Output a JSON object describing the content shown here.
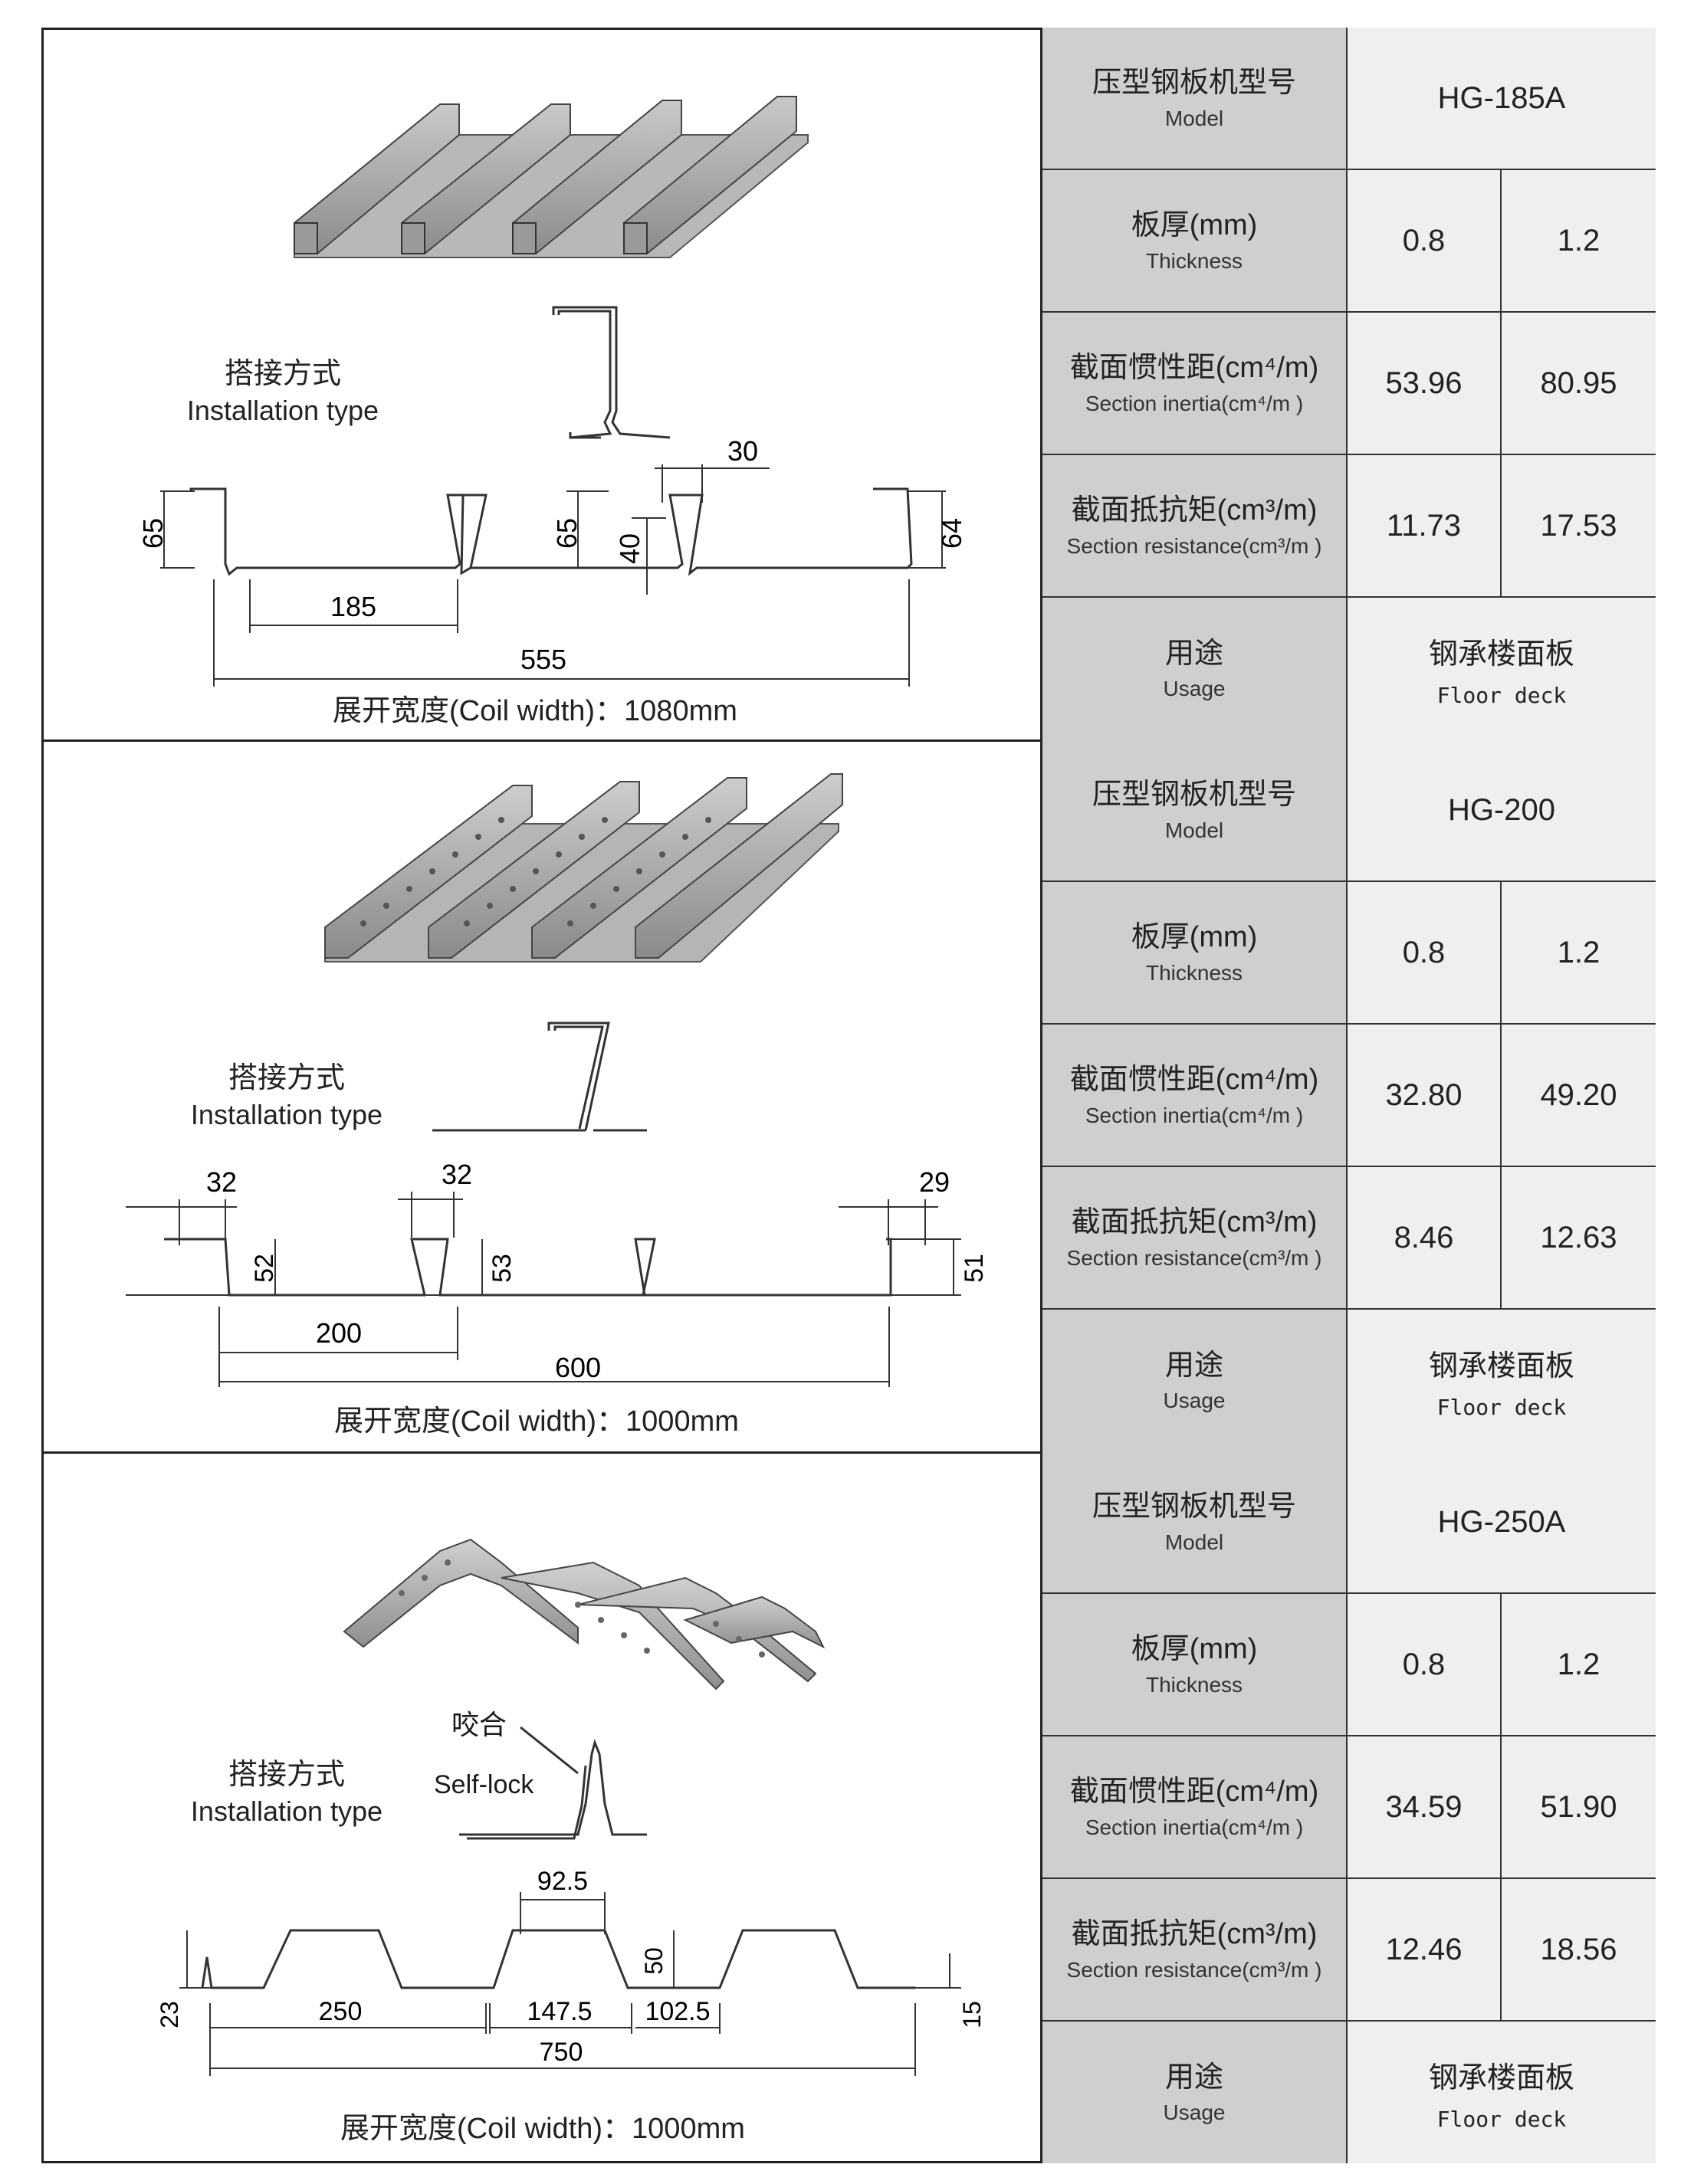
{
  "sections": [
    {
      "install_cn": "搭接方式",
      "install_en": "Installation type",
      "coil_width": "展开宽度(Coil width)：1080mm",
      "dims": {
        "d1": "30",
        "d2": "65",
        "d3": "65",
        "d4": "40",
        "d5": "64",
        "d6": "185",
        "d7": "555"
      },
      "model_cn": "压型钢板机型号",
      "model_en": "Model",
      "model": "HG-185A",
      "thickness_cn": "板厚(mm)",
      "thickness_en": "Thickness",
      "thickness": [
        "0.8",
        "1.2"
      ],
      "inertia_cn": "截面惯性距(cm⁴/m)",
      "inertia_en": "Section inertia(cm⁴/m )",
      "inertia": [
        "53.96",
        "80.95"
      ],
      "resistance_cn": "截面抵抗矩(cm³/m)",
      "resistance_en": "Section resistance(cm³/m )",
      "resistance": [
        "11.73",
        "17.53"
      ],
      "usage_cn": "用途",
      "usage_en": "Usage",
      "usage_value_cn": "钢承楼面板",
      "usage_value_en": "Floor deck"
    },
    {
      "install_cn": "搭接方式",
      "install_en": "Installation type",
      "coil_width": "展开宽度(Coil width)：1000mm",
      "dims": {
        "d1": "32",
        "d2": "32",
        "d3": "29",
        "d4": "52",
        "d5": "53",
        "d6": "51",
        "d7": "200",
        "d8": "600"
      },
      "model_cn": "压型钢板机型号",
      "model_en": "Model",
      "model": "HG-200",
      "thickness_cn": "板厚(mm)",
      "thickness_en": "Thickness",
      "thickness": [
        "0.8",
        "1.2"
      ],
      "inertia_cn": "截面惯性距(cm⁴/m)",
      "inertia_en": "Section inertia(cm⁴/m )",
      "inertia": [
        "32.80",
        "49.20"
      ],
      "resistance_cn": "截面抵抗矩(cm³/m)",
      "resistance_en": "Section resistance(cm³/m )",
      "resistance": [
        "8.46",
        "12.63"
      ],
      "usage_cn": "用途",
      "usage_en": "Usage",
      "usage_value_cn": "钢承楼面板",
      "usage_value_en": "Floor deck"
    },
    {
      "install_cn": "搭接方式",
      "install_en": "Installation type",
      "lock_cn": "咬合",
      "lock_en": "Self-lock",
      "coil_width": "展开宽度(Coil width)：1000mm",
      "dims": {
        "d1": "92.5",
        "d2": "50",
        "d3": "23",
        "d4": "250",
        "d5": "147.5",
        "d6": "102.5",
        "d7": "15",
        "d8": "750"
      },
      "model_cn": "压型钢板机型号",
      "model_en": "Model",
      "model": "HG-250A",
      "thickness_cn": "板厚(mm)",
      "thickness_en": "Thickness",
      "thickness": [
        "0.8",
        "1.2"
      ],
      "inertia_cn": "截面惯性距(cm⁴/m)",
      "inertia_en": "Section inertia(cm⁴/m )",
      "inertia": [
        "34.59",
        "51.90"
      ],
      "resistance_cn": "截面抵抗矩(cm³/m)",
      "resistance_en": "Section resistance(cm³/m )",
      "resistance": [
        "12.46",
        "18.56"
      ],
      "usage_cn": "用途",
      "usage_en": "Usage",
      "usage_value_cn": "钢承楼面板",
      "usage_value_en": "Floor deck"
    }
  ]
}
